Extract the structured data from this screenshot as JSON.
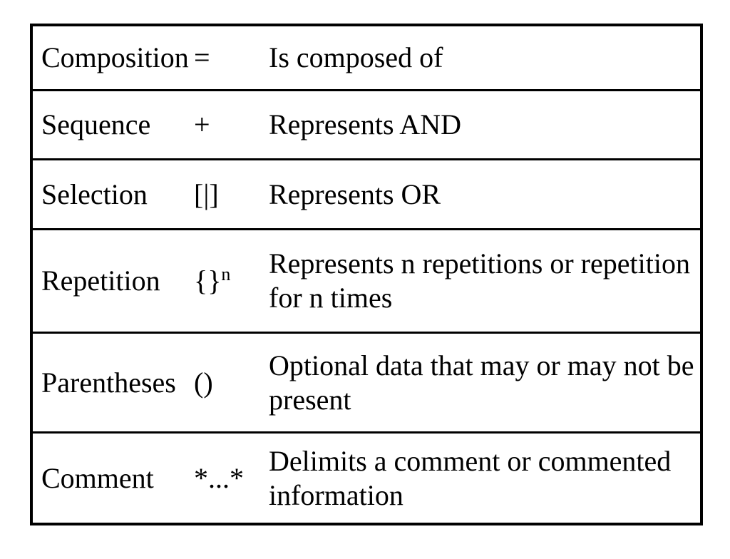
{
  "table": {
    "title": "data-dictionary-notation",
    "colors": {
      "border": "#000000",
      "background": "#ffffff",
      "text": "#000000"
    },
    "columns": [
      "term",
      "symbol",
      "description"
    ],
    "rows": [
      {
        "term": "Composition",
        "symbol": "=",
        "symbol_sup": "",
        "description": "Is composed of"
      },
      {
        "term": "Sequence",
        "symbol": "+",
        "symbol_sup": "",
        "description": "Represents AND"
      },
      {
        "term": "Selection",
        "symbol": "[|]",
        "symbol_sup": "",
        "description": "Represents OR"
      },
      {
        "term": "Repetition",
        "symbol": "{}",
        "symbol_sup": "n",
        "description": "Represents n repetitions or repetition for n times"
      },
      {
        "term": "Parentheses",
        "symbol": "()",
        "symbol_sup": "",
        "description": "Optional data that may or may not be present"
      },
      {
        "term": "Comment",
        "symbol": "*...*",
        "symbol_sup": "",
        "description": "Delimits a comment or commented information"
      }
    ]
  }
}
